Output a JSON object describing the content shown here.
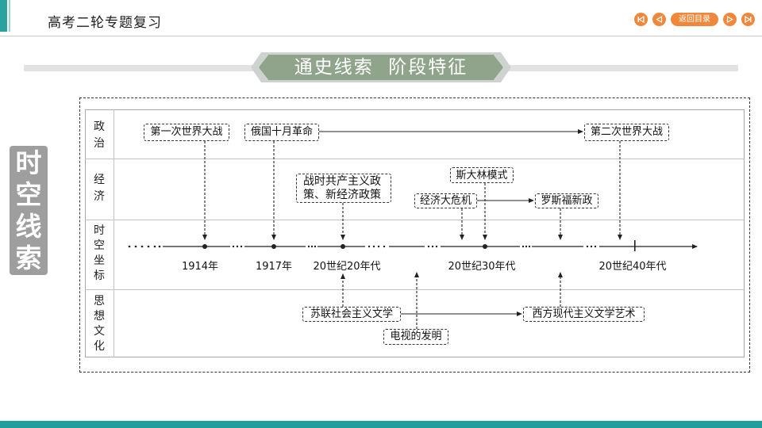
{
  "header": {
    "title": "高考二轮专题复习",
    "nav": {
      "first_icon": "first-page-icon",
      "prev_icon": "prev-page-icon",
      "back_label": "返回目录",
      "next_icon": "next-page-icon",
      "last_icon": "last-page-icon"
    }
  },
  "banner": {
    "text": "通史线索  阶段特征"
  },
  "side_label": "时空线索",
  "rows": {
    "politics": "政治",
    "economy": "经济",
    "timeline": "时空坐标",
    "culture": "思想文化"
  },
  "events": {
    "ww1": "第一次世界大战",
    "october_revolution": "俄国十月革命",
    "ww2": "第二次世界大战",
    "war_communism": "战时共产主义政策、新经济政策",
    "stalin_model": "斯大林模式",
    "great_depression": "经济大危机",
    "new_deal": "罗斯福新政",
    "soviet_literature": "苏联社会主义文学",
    "television": "电视的发明",
    "western_modernism": "西方现代主义文学艺术"
  },
  "timeline": {
    "ticks": [
      "1914年",
      "1917年",
      "20世纪20年代",
      "20世纪30年代",
      "20世纪40年代"
    ]
  },
  "colors": {
    "accent_teal": "#1f9e9a",
    "nav_orange": "#f0883b",
    "banner_green": "#8fa48b",
    "side_gray": "#9e9e9e"
  }
}
